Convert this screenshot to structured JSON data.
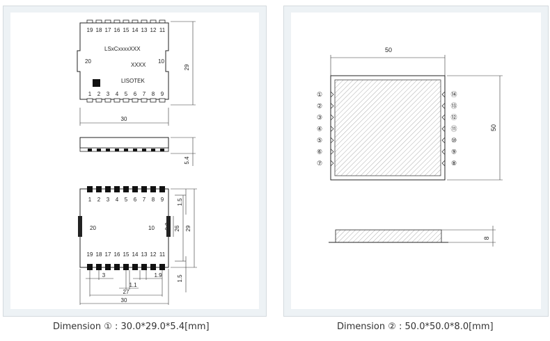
{
  "dimension1": {
    "top_view": {
      "top_pins": [
        "19",
        "18",
        "17",
        "16",
        "15",
        "14",
        "13",
        "12",
        "11"
      ],
      "bottom_pins": [
        "1",
        "2",
        "3",
        "4",
        "5",
        "6",
        "7",
        "8",
        "9"
      ],
      "model_text": "LSxCxxxxXXX",
      "code_text": "XXXX",
      "brand_text": "LISOTEK",
      "left_pin": "20",
      "right_pin": "10",
      "width_label": "30",
      "height_label": "29"
    },
    "side_view": {
      "thickness_label": "5.4"
    },
    "bottom_view": {
      "top_pins": [
        "1",
        "2",
        "3",
        "4",
        "5",
        "6",
        "7",
        "8",
        "9"
      ],
      "bottom_pins": [
        "19",
        "18",
        "17",
        "16",
        "15",
        "14",
        "13",
        "12",
        "11"
      ],
      "left_pin": "20",
      "right_pin": "10",
      "dims": {
        "d1_5_top": "1.5",
        "d9_8": "9.8",
        "d26": "26",
        "d29": "29",
        "d1_5_bottom": "1.5",
        "d3": "3",
        "d1_1": "1.1",
        "d1_9": "1.9",
        "d27": "27",
        "d30": "30"
      }
    },
    "caption": "Dimension ① : 30.0*29.0*5.4[mm]"
  },
  "dimension2": {
    "width_label": "50",
    "height_label": "50",
    "thickness_label": "8",
    "left_pins": [
      "①",
      "②",
      "③",
      "④",
      "⑤",
      "⑥",
      "⑦"
    ],
    "right_pins": [
      "⑭",
      "⑬",
      "⑫",
      "⑪",
      "⑩",
      "⑨",
      "⑧"
    ],
    "caption": "Dimension ② : 50.0*50.0*8.0[mm]"
  }
}
